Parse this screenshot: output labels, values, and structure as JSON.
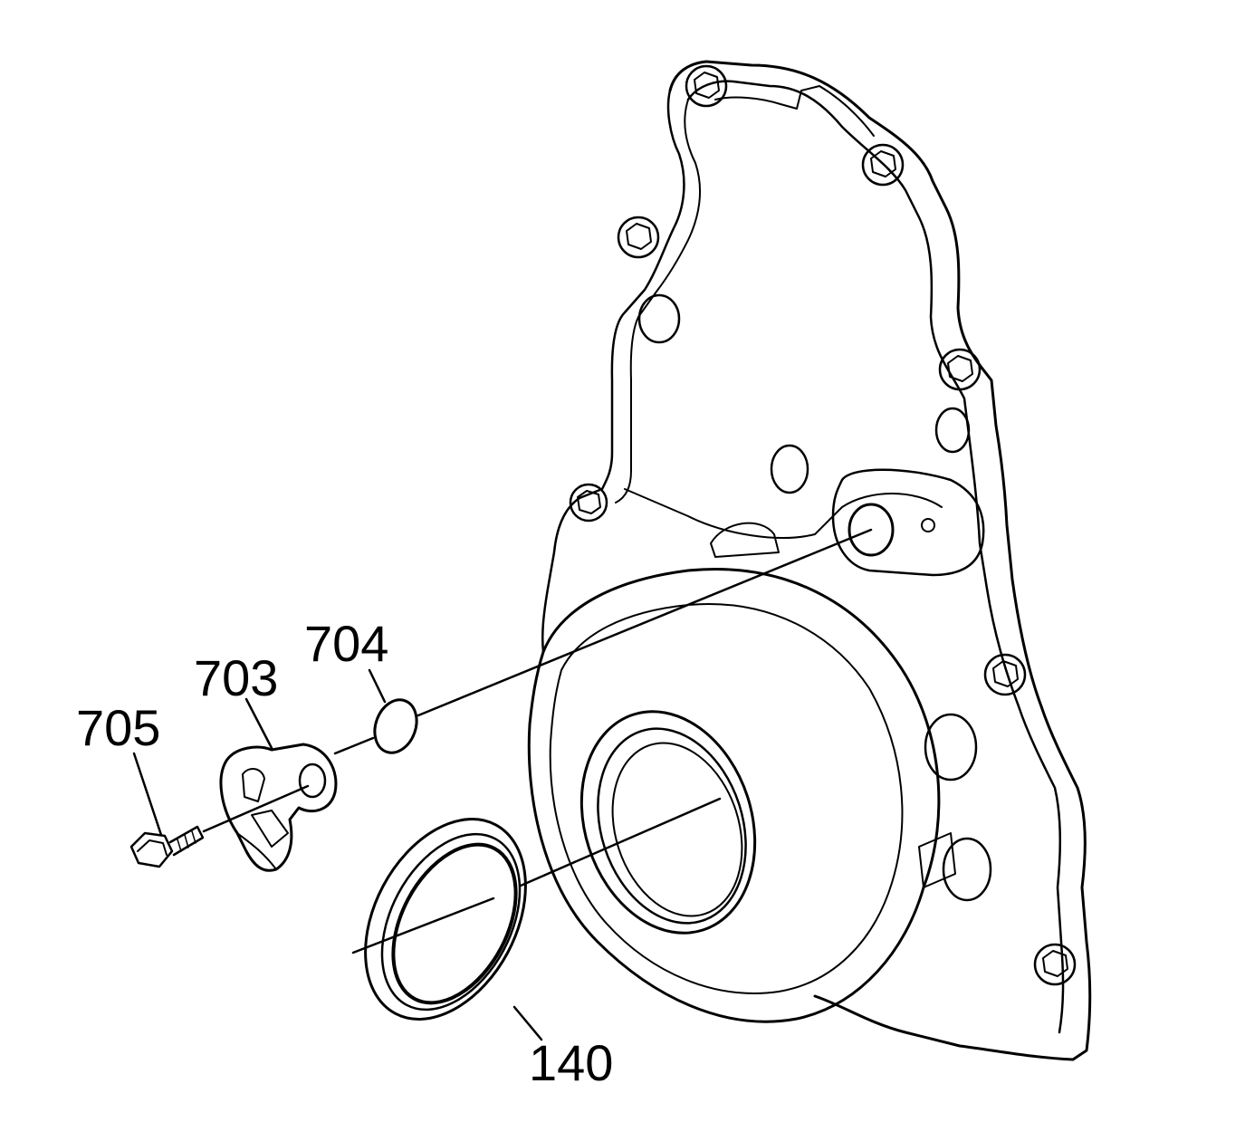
{
  "diagram": {
    "colors": {
      "ink": "#000000",
      "paper": "#ffffff"
    },
    "callouts": [
      {
        "id": "705",
        "label": "705",
        "part": "bolt"
      },
      {
        "id": "703",
        "label": "703",
        "part": "sensor"
      },
      {
        "id": "704",
        "label": "704",
        "part": "o-ring"
      },
      {
        "id": "140",
        "label": "140",
        "part": "front-seal"
      }
    ]
  }
}
